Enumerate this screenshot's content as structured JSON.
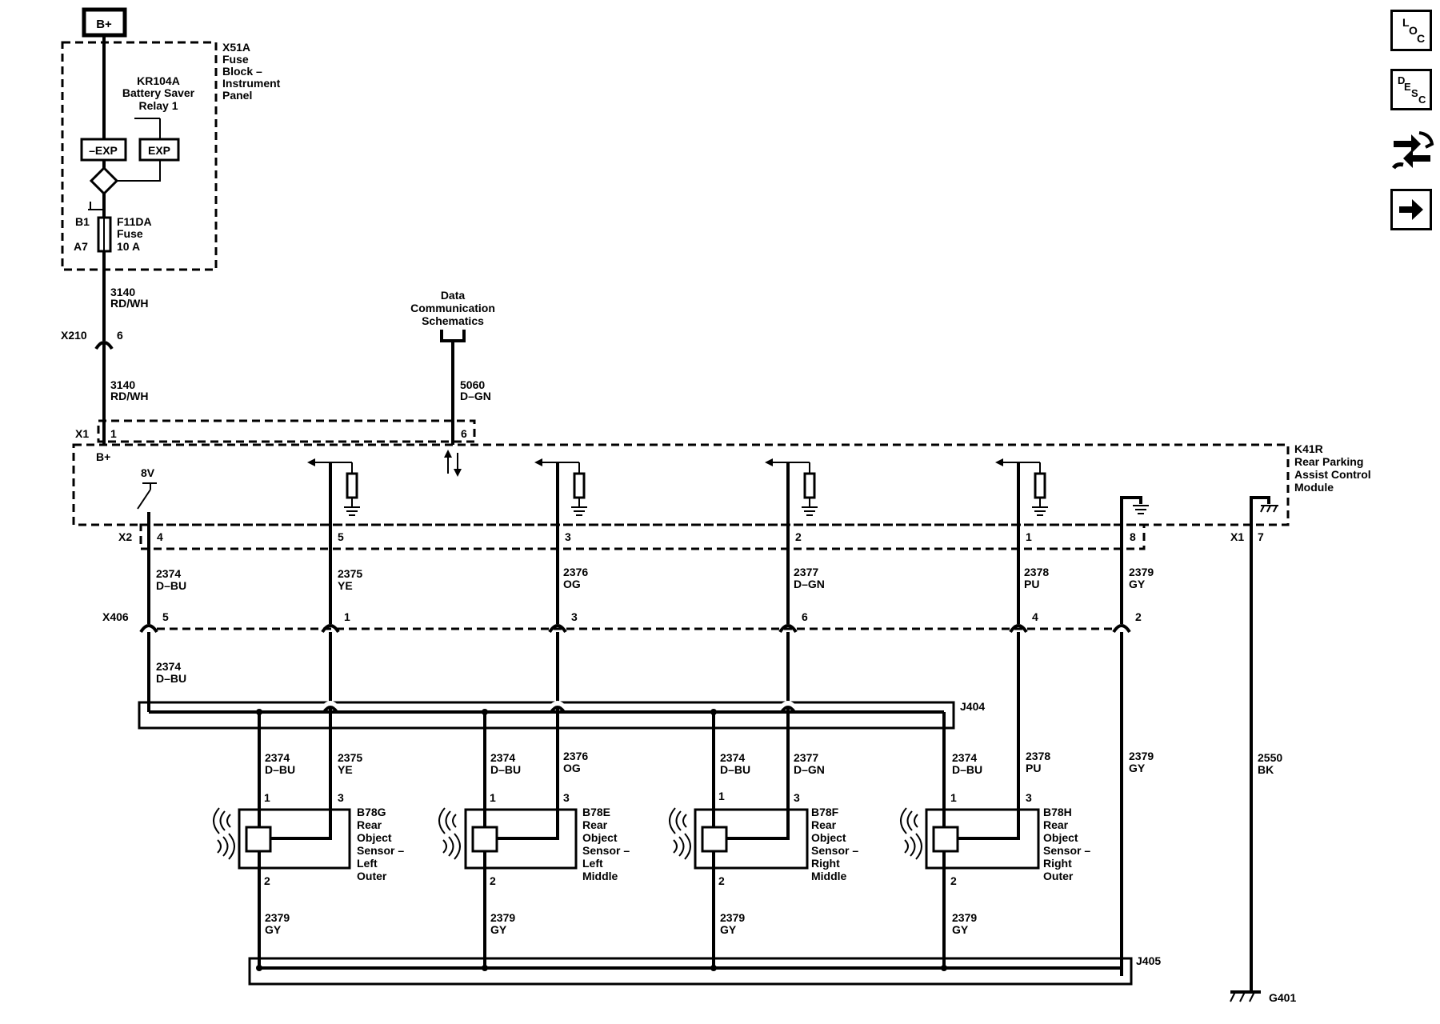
{
  "power": {
    "label": "B+"
  },
  "fuse_block": {
    "line1": "X51A",
    "line2": "Fuse",
    "line3": "Block –",
    "line4": "Instrument",
    "line5": "Panel",
    "relay_line1": "KR104A",
    "relay_line2": "Battery Saver",
    "relay_line3": "Relay 1",
    "relay_left": "–EXP",
    "relay_right": "EXP",
    "pin_b1": "B1",
    "pin_a7": "A7",
    "fuse_line1": "F11DA",
    "fuse_line2": "Fuse",
    "fuse_line3": "10 A"
  },
  "wire_3140_a": {
    "num": "3140",
    "color": "RD/WH"
  },
  "x210": {
    "label": "X210",
    "pin": "6"
  },
  "wire_3140_b": {
    "num": "3140",
    "color": "RD/WH"
  },
  "data_comm": {
    "line1": "Data",
    "line2": "Communication",
    "line3": "Schematics"
  },
  "wire_5060": {
    "num": "5060",
    "color": "D–GN"
  },
  "module": {
    "line1": "K41R",
    "line2": "Rear Parking",
    "line3": "Assist Control",
    "line4": "Module",
    "x1": "X1",
    "x1_pin1": "1",
    "x1_pin6": "6",
    "bplus": "B+",
    "volt": "8V",
    "x2": "X2",
    "x1b": "X1",
    "x1b_pin": "7"
  },
  "x2_pins": [
    "4",
    "5",
    "3",
    "2",
    "1",
    "8"
  ],
  "upper_wires": [
    {
      "num": "2374",
      "color": "D–BU"
    },
    {
      "num": "2375",
      "color": "YE"
    },
    {
      "num": "2376",
      "color": "OG"
    },
    {
      "num": "2377",
      "color": "D–GN"
    },
    {
      "num": "2378",
      "color": "PU"
    },
    {
      "num": "2379",
      "color": "GY"
    }
  ],
  "x406": {
    "label": "X406",
    "pins": [
      "5",
      "1",
      "3",
      "6",
      "4",
      "2"
    ]
  },
  "mid_wire": {
    "num": "2374",
    "color": "D–BU"
  },
  "j404": {
    "label": "J404"
  },
  "j405": {
    "label": "J405"
  },
  "ground": {
    "wire_num": "2550",
    "wire_color": "BK",
    "label": "G401"
  },
  "right_gy": {
    "num": "2379",
    "color": "GY"
  },
  "sensors": [
    {
      "lines": [
        "B78G",
        "Rear",
        "Object",
        "Sensor –",
        "Left",
        "Outer"
      ],
      "left_wire": {
        "num": "2374",
        "color": "D–BU"
      },
      "right_wire": {
        "num": "2375",
        "color": "YE"
      },
      "pin1": "1",
      "pin3": "3",
      "pin2": "2",
      "bottom_wire": {
        "num": "2379",
        "color": "GY"
      }
    },
    {
      "lines": [
        "B78E",
        "Rear",
        "Object",
        "Sensor –",
        "Left",
        "Middle"
      ],
      "left_wire": {
        "num": "2374",
        "color": "D–BU"
      },
      "right_wire": {
        "num": "2376",
        "color": "OG"
      },
      "pin1": "1",
      "pin3": "3",
      "pin2": "2",
      "bottom_wire": {
        "num": "2379",
        "color": "GY"
      }
    },
    {
      "lines": [
        "B78F",
        "Rear",
        "Object",
        "Sensor –",
        "Right",
        "Middle"
      ],
      "left_wire": {
        "num": "2374",
        "color": "D–BU"
      },
      "right_wire": {
        "num": "2377",
        "color": "D–GN"
      },
      "pin1": "1",
      "pin3": "3",
      "pin2": "2",
      "bottom_wire": {
        "num": "2379",
        "color": "GY"
      }
    },
    {
      "lines": [
        "B78H",
        "Rear",
        "Object",
        "Sensor –",
        "Right",
        "Outer"
      ],
      "left_wire": {
        "num": "2374",
        "color": "D–BU"
      },
      "right_wire": {
        "num": "2378",
        "color": "PU"
      },
      "pin1": "1",
      "pin3": "3",
      "pin2": "2",
      "bottom_wire": {
        "num": "2379",
        "color": "GY"
      }
    }
  ],
  "sidebar": {
    "loc": {
      "l1": "L",
      "l2": "O",
      "l3": "C",
      "icon": "loc-icon"
    },
    "desc": {
      "l1": "D",
      "l2": "E",
      "l3": "S",
      "l4": "C",
      "icon": "desc-icon"
    },
    "connector_icon": "connector-icon",
    "next_icon": "arrow-right-icon"
  }
}
